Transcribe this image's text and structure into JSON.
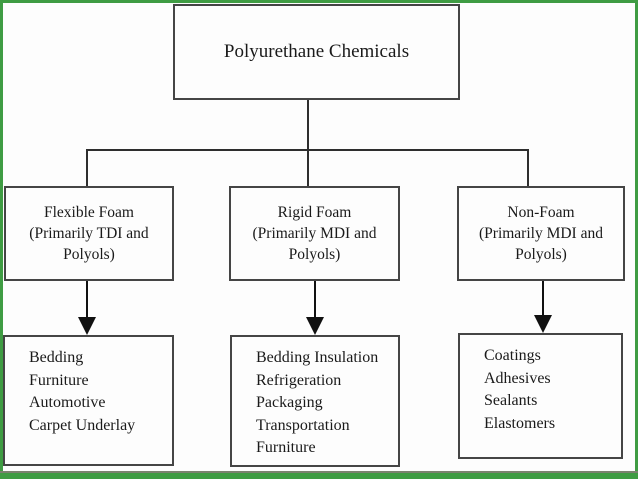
{
  "diagram": {
    "root": {
      "title": "Polyurethane Chemicals"
    },
    "branches": [
      {
        "name": "flexible-foam",
        "lines": [
          "Flexible Foam",
          "(Primarily TDI and",
          "Polyols)"
        ],
        "applications": [
          "Bedding",
          "Furniture",
          "Automotive",
          "Carpet Underlay"
        ]
      },
      {
        "name": "rigid-foam",
        "lines": [
          "Rigid Foam",
          "(Primarily MDI and",
          "Polyols)"
        ],
        "applications": [
          "Bedding Insulation",
          "Refrigeration",
          "Packaging",
          "Transportation",
          "Furniture"
        ]
      },
      {
        "name": "non-foam",
        "lines": [
          "Non-Foam",
          "(Primarily MDI and",
          "Polyols)"
        ],
        "applications": [
          "Coatings",
          "Adhesives",
          "Sealants",
          "Elastomers"
        ]
      }
    ],
    "colors": {
      "frame_green": "#3f9c43",
      "box_border": "#454545",
      "connector": "#2e2e2e",
      "arrow": "#111111",
      "text": "#1a1a1a",
      "background": "#fdfdfd"
    }
  }
}
